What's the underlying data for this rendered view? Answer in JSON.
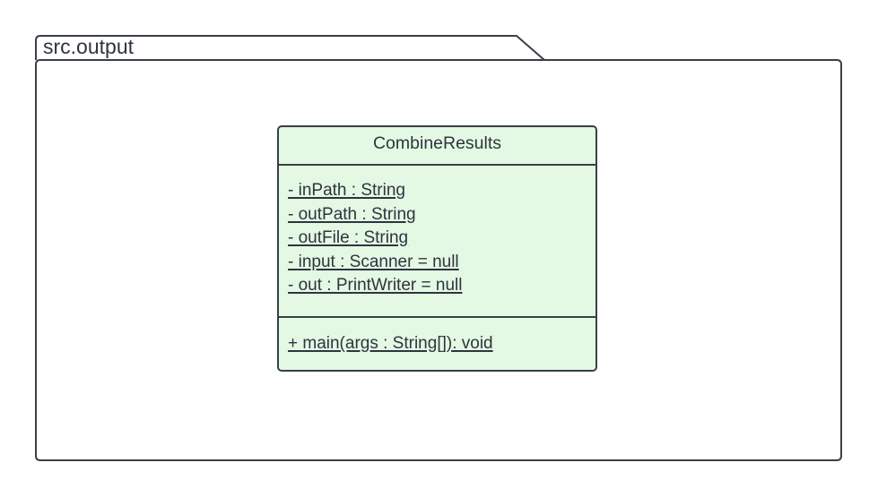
{
  "package": {
    "name": "src.output"
  },
  "class": {
    "name": "CombineResults",
    "attributes": [
      "- inPath : String",
      "- outPath : String",
      "- outFile : String",
      "- input : Scanner = null",
      "- out : PrintWriter = null"
    ],
    "operations": [
      "+ main(args : String[]): void"
    ]
  },
  "colors": {
    "class_fill": "#e3f9e3",
    "stroke": "#3a3f45",
    "text": "#2e3440"
  }
}
